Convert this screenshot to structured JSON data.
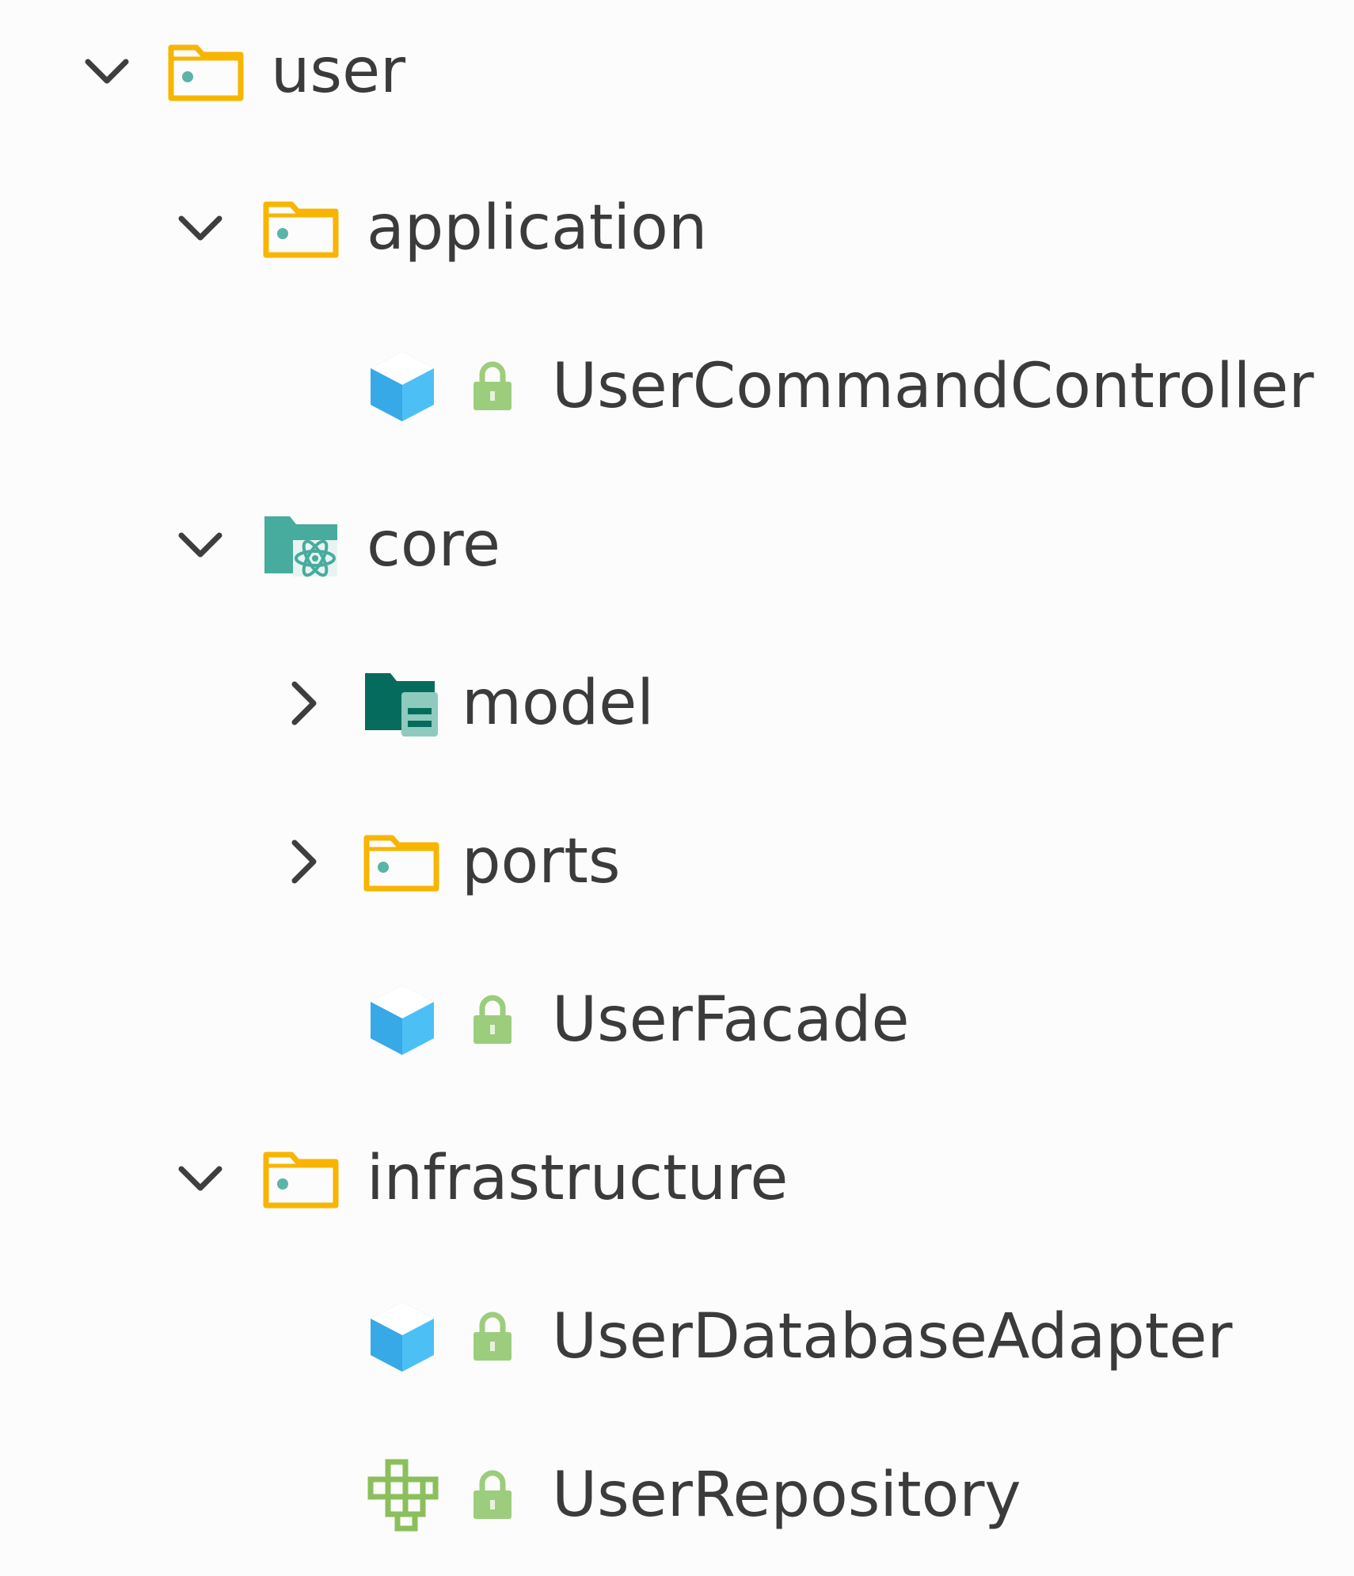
{
  "tree": {
    "nodes": [
      {
        "name": "tree-node-user",
        "label": "user",
        "depth": 0,
        "chevron": "chevron-down-icon",
        "icon": "folder-icon",
        "locked": false
      },
      {
        "name": "tree-node-application",
        "label": "application",
        "depth": 1,
        "chevron": "chevron-down-icon",
        "icon": "folder-icon",
        "locked": false
      },
      {
        "name": "tree-node-user-command-controller",
        "label": "UserCommandController",
        "depth": 2,
        "chevron": null,
        "icon": "class-icon",
        "locked": true
      },
      {
        "name": "tree-node-core",
        "label": "core",
        "depth": 1,
        "chevron": "chevron-down-icon",
        "icon": "atom-folder-icon",
        "locked": false
      },
      {
        "name": "tree-node-model",
        "label": "model",
        "depth": 2,
        "chevron": "chevron-right-icon",
        "icon": "model-folder-icon",
        "locked": false
      },
      {
        "name": "tree-node-ports",
        "label": "ports",
        "depth": 2,
        "chevron": "chevron-right-icon",
        "icon": "folder-icon",
        "locked": false
      },
      {
        "name": "tree-node-user-facade",
        "label": "UserFacade",
        "depth": 2,
        "chevron": null,
        "icon": "class-icon",
        "locked": true
      },
      {
        "name": "tree-node-infrastructure",
        "label": "infrastructure",
        "depth": 1,
        "chevron": "chevron-down-icon",
        "icon": "folder-icon",
        "locked": false
      },
      {
        "name": "tree-node-user-database-adapter",
        "label": "UserDatabaseAdapter",
        "depth": 2,
        "chevron": null,
        "icon": "class-icon",
        "locked": true
      },
      {
        "name": "tree-node-user-repository",
        "label": "UserRepository",
        "depth": 2,
        "chevron": null,
        "icon": "interface-icon",
        "locked": true
      }
    ]
  },
  "colors": {
    "folder": "#f7b500",
    "folder_dot": "#5ab4a8",
    "class": "#4cc0f5",
    "lock": "#9ccd7c",
    "interface": "#8bbf5b",
    "atom_folder": "#47ab9e",
    "model_folder": "#056c5d",
    "chevron": "#3e3e3e",
    "text": "#3b3b3b"
  }
}
